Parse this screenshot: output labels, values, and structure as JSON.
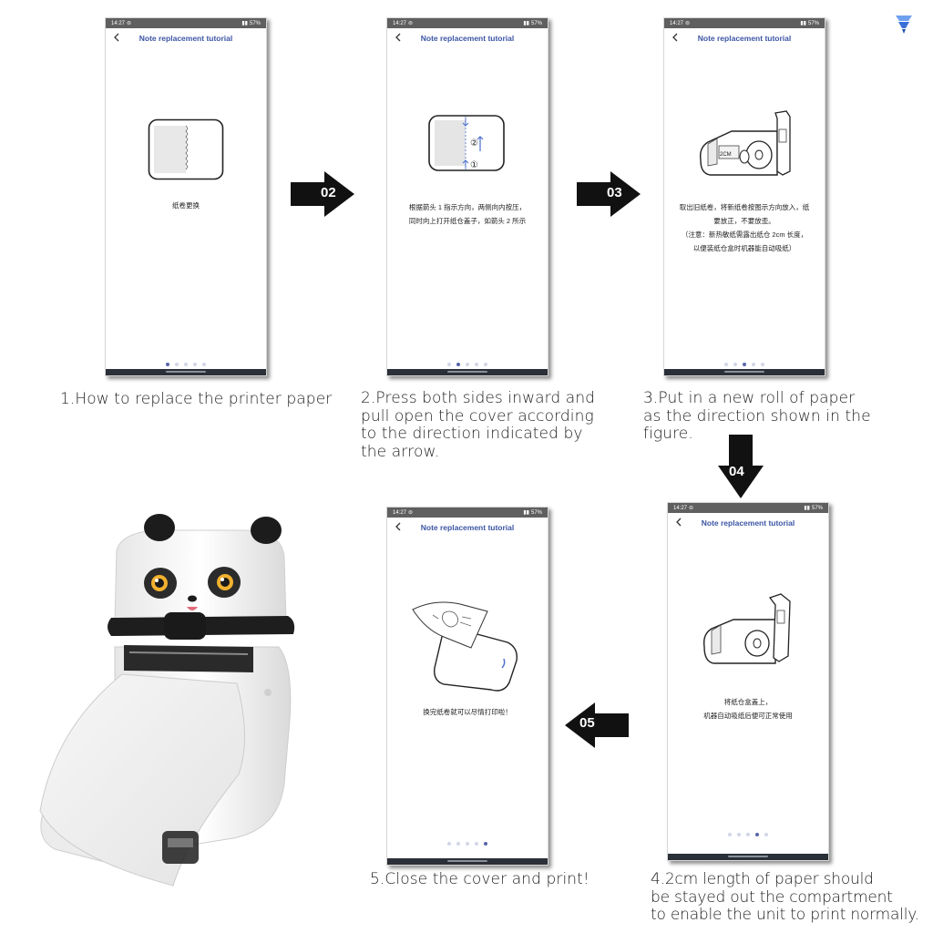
{
  "status": {
    "time": "14:27",
    "battery": "57%"
  },
  "app": {
    "title": "Note replacement tutorial"
  },
  "screens": [
    {
      "caption_lines": [
        "纸卷更换"
      ]
    },
    {
      "caption_lines": [
        "根据箭头 1 指示方向，两侧向内按压，",
        "同时向上打开纸仓盖子，如箭头 2 所示"
      ],
      "callouts": [
        "②",
        "①"
      ]
    },
    {
      "caption_lines": [
        "取出旧纸卷，将新纸卷按图示方向放入，纸",
        "要放正，不要放歪。",
        "（注意：新热敏纸需露出纸仓 2cm 长度，",
        "以便装纸仓盒时机器能自动吸纸）"
      ],
      "paper_label": "2CM"
    },
    {
      "caption_lines": [
        "将纸仓盒盖上，",
        "机器自动吸纸后便可正常使用"
      ]
    },
    {
      "caption_lines": [
        "换完纸卷就可以尽情打印啦！"
      ]
    }
  ],
  "arrows": [
    "02",
    "03",
    "04",
    "05"
  ],
  "steps": [
    {
      "lines": [
        "1.How to replace the printer paper"
      ]
    },
    {
      "lines": [
        "2.Press both sides inward and",
        "pull open the cover according",
        "to the direction indicated by",
        "the arrow."
      ]
    },
    {
      "lines": [
        "3.Put in a new roll of paper",
        "as the direction shown in the",
        "figure."
      ]
    },
    {
      "lines": [
        "4.2cm length of paper should",
        "be stayed out the compartment",
        "to enable the unit to print normally."
      ]
    },
    {
      "lines": [
        "5.Close the cover and print!"
      ]
    }
  ],
  "pager": {
    "total": 5
  },
  "colors": {
    "accent": "#3c55a5",
    "dot_active": "#5866a8",
    "status_bar": "#5f5f5f",
    "logo": "#3a6fd8"
  }
}
